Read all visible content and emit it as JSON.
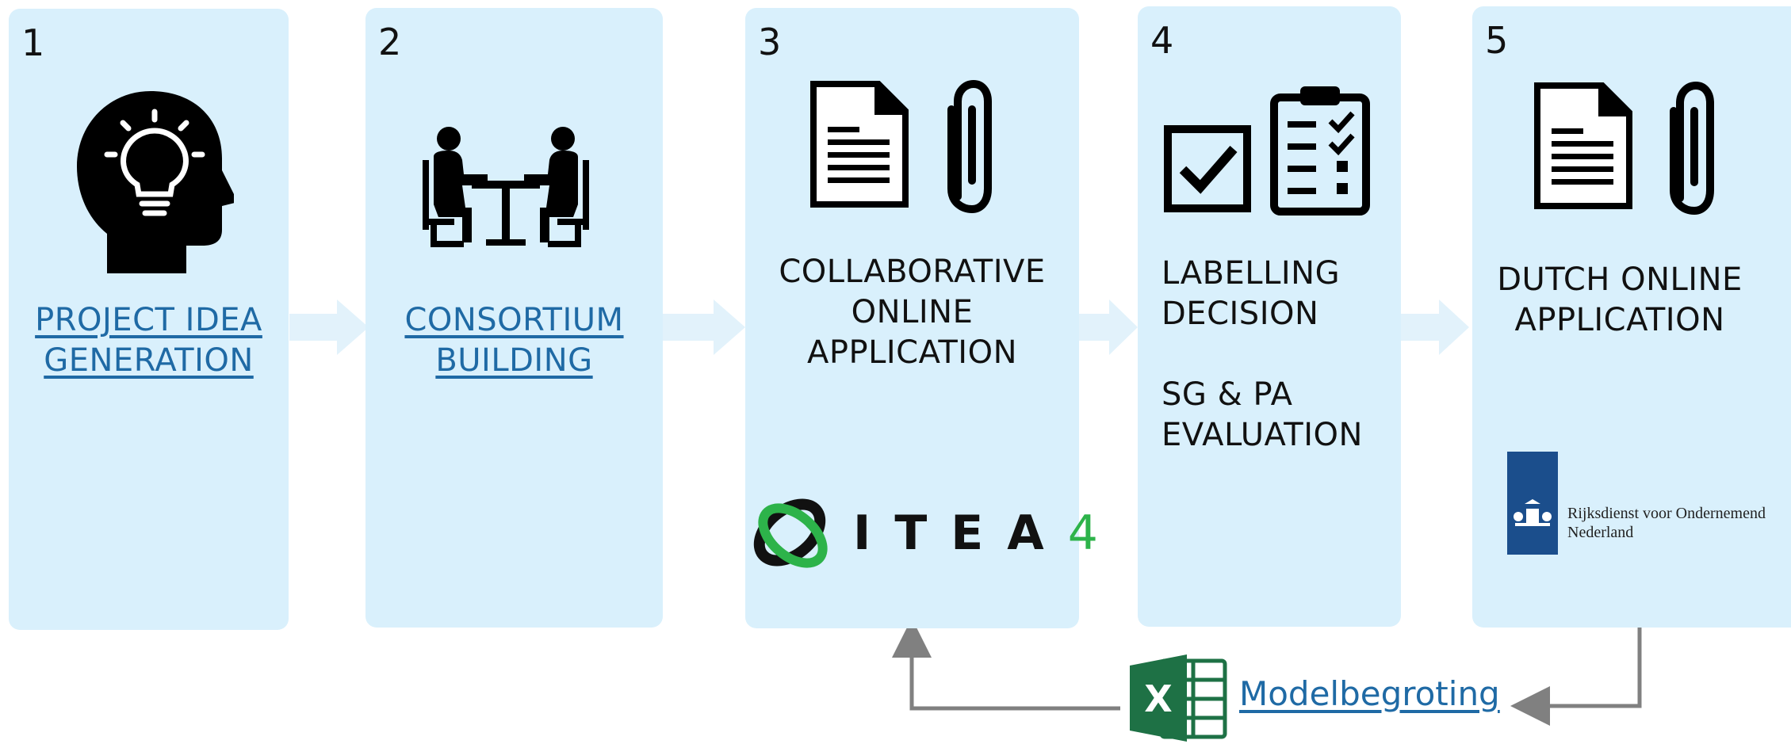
{
  "steps": [
    {
      "number": "1",
      "lines": [
        "PROJECT IDEA",
        "GENERATION"
      ],
      "icon": "head-lightbulb-icon"
    },
    {
      "number": "2",
      "lines": [
        "CONSORTIUM",
        "BUILDING"
      ],
      "icon": "meeting-table-icon"
    },
    {
      "number": "3",
      "lines": [
        "COLLABORATIVE",
        "ONLINE",
        "APPLICATION"
      ],
      "icon": "document-paperclip-icon"
    },
    {
      "number": "4",
      "lines": [
        "LABELLING",
        "DECISION"
      ],
      "extra_lines": [
        "SG & PA",
        "EVALUATION"
      ],
      "icon": "checklist-icon"
    },
    {
      "number": "5",
      "lines": [
        "DUTCH ONLINE",
        "APPLICATION"
      ],
      "icon": "document-paperclip-icon"
    }
  ],
  "logos": {
    "itea": {
      "word": "ITEA",
      "number": "4",
      "accent": "#2db34a"
    },
    "rvo": {
      "line1": "Rijksdienst voor Ondernemend",
      "line2": "Nederland",
      "color": "#1b4e8c"
    }
  },
  "budget_link": {
    "label": "Modelbegroting",
    "icon": "excel-icon",
    "color": "#1f6aa5"
  },
  "colors": {
    "card": "#d9f0fc",
    "arrow": "#e2f2fb",
    "link": "#1f6aa5",
    "connector": "#808080"
  }
}
